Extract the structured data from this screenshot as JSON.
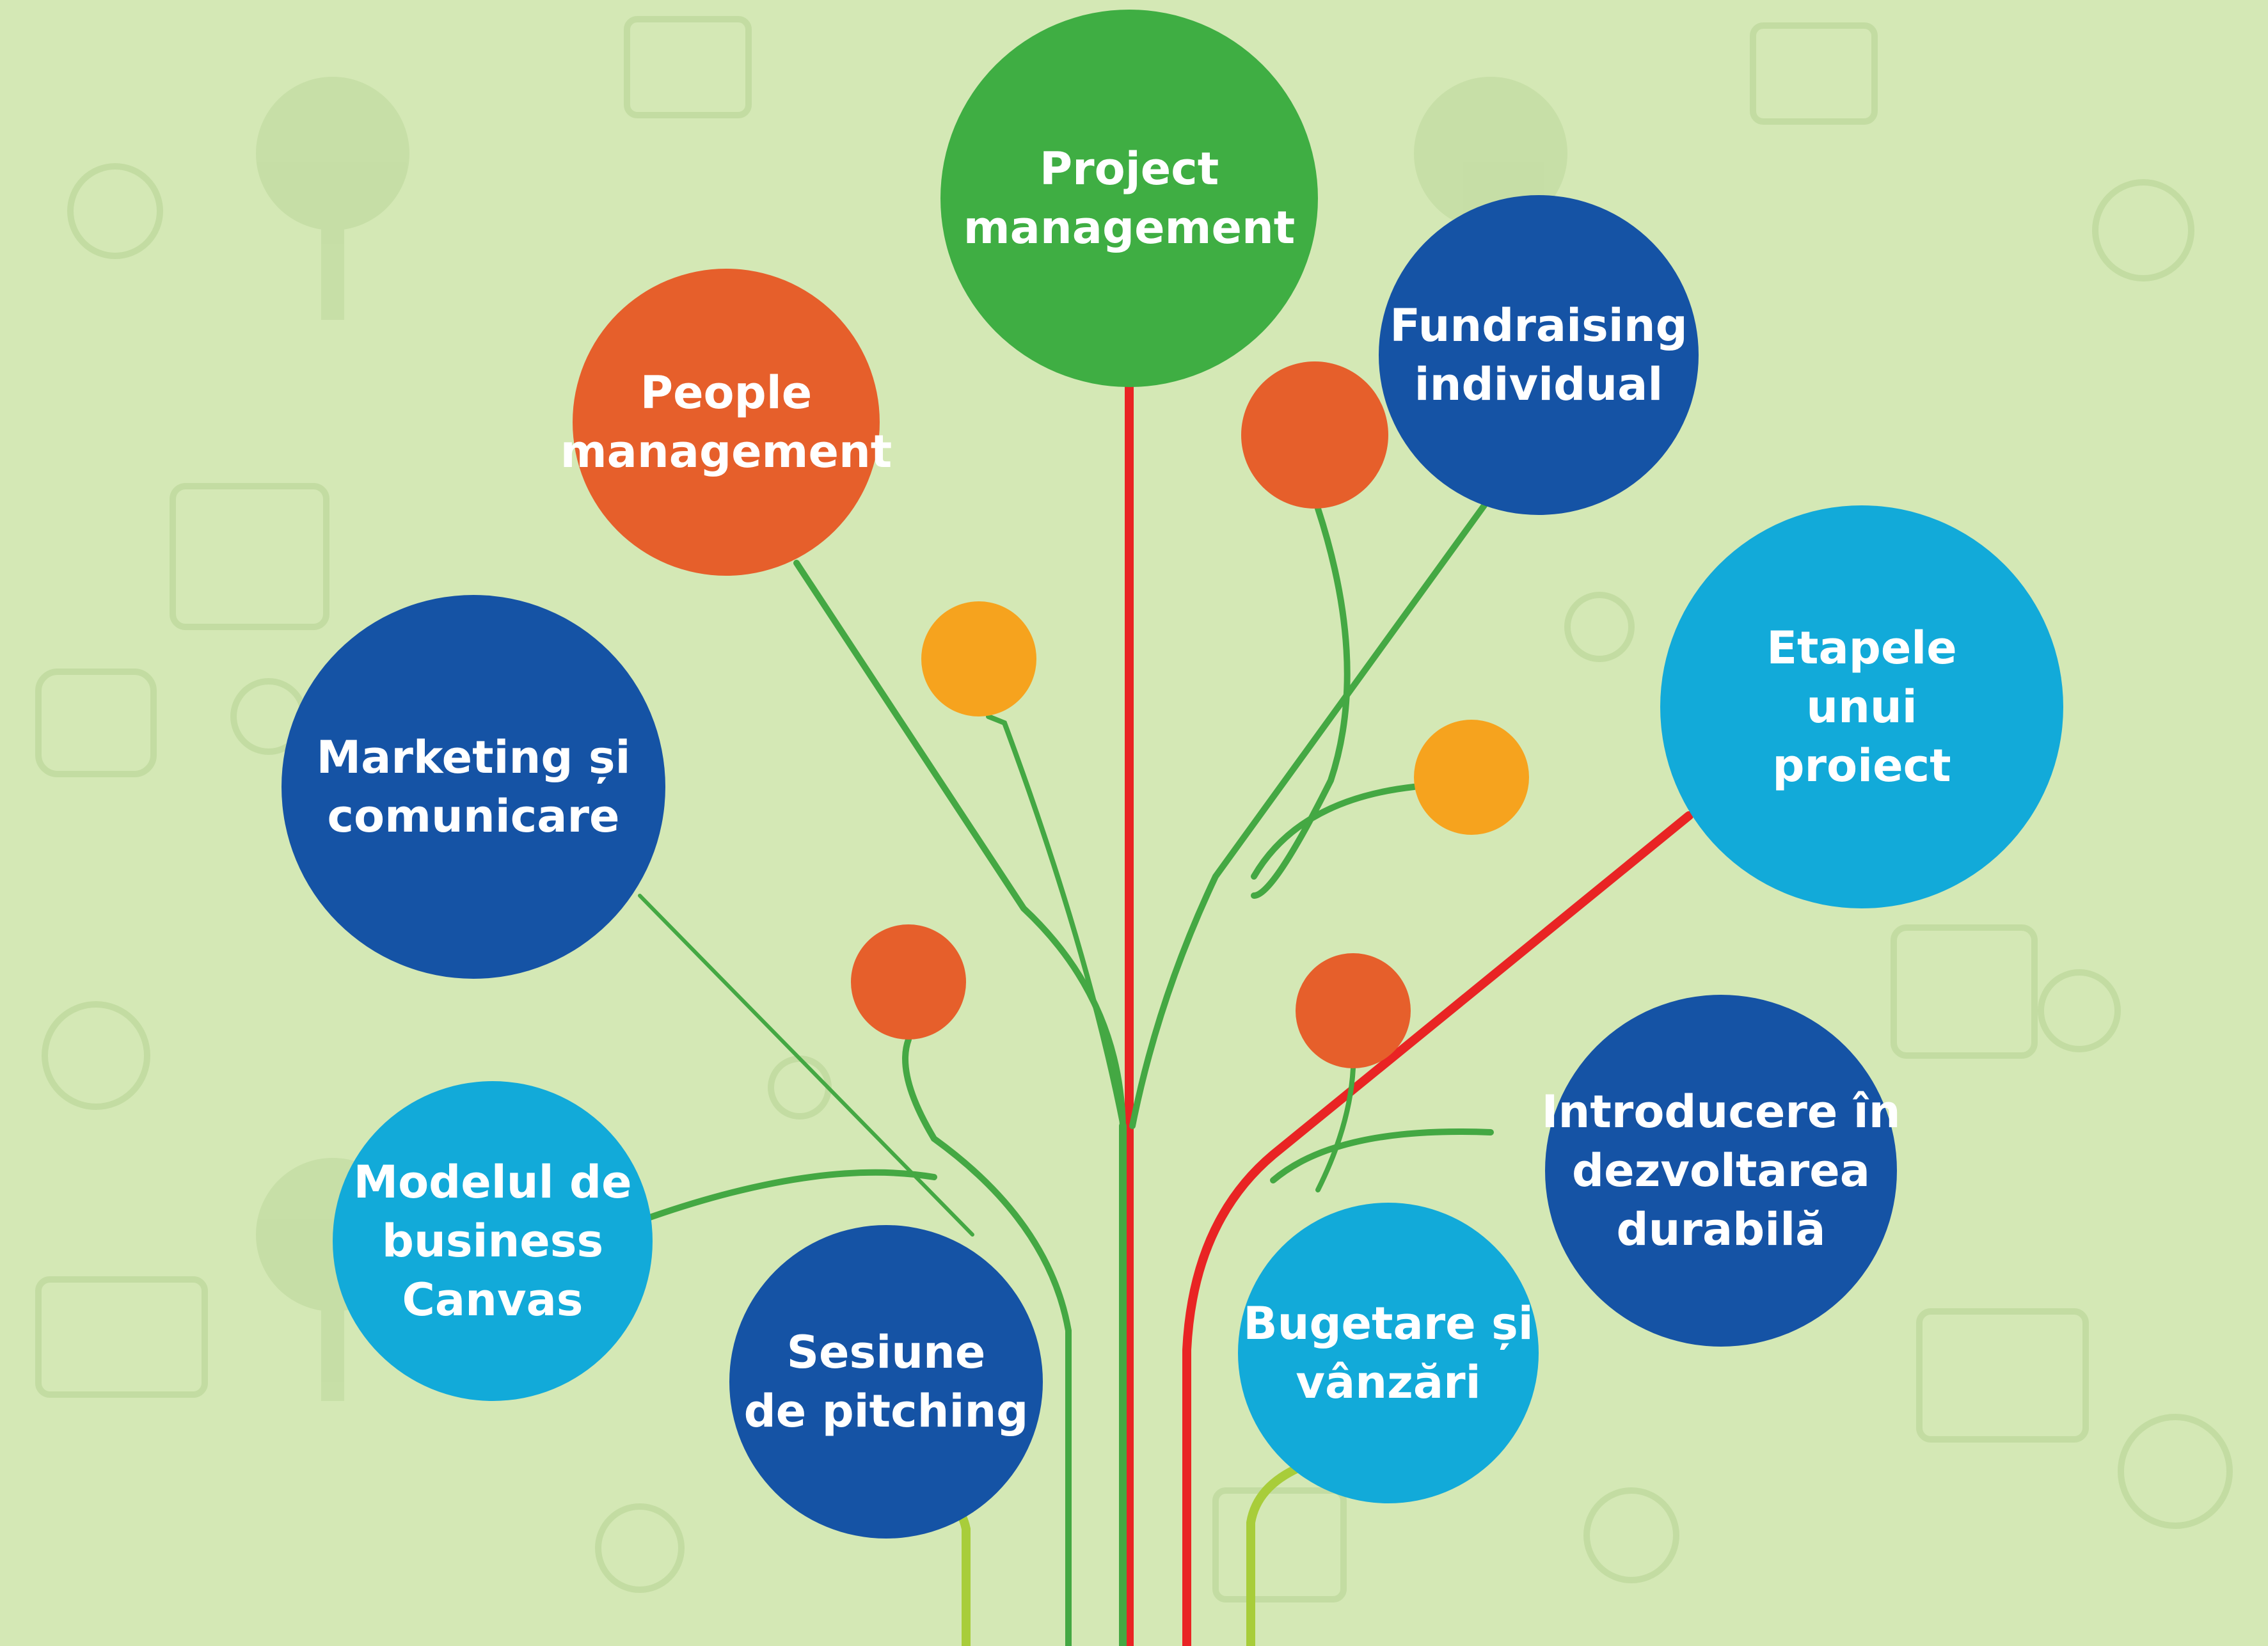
{
  "colors": {
    "background": "#d4e8b5",
    "doodle_tint": "#bcd79a",
    "green": "#3fae43",
    "orange": "#e65f2b",
    "yellow_orange": "#f6a31e",
    "dark_blue": "#1553a5",
    "light_blue": "#12aad9",
    "red_line": "#e92424",
    "green_line": "#44a843",
    "lime_line": "#a8cd3a"
  },
  "topics": [
    {
      "id": "project-management",
      "lines": [
        "Project",
        "management"
      ],
      "color": "green"
    },
    {
      "id": "people-management",
      "lines": [
        "People",
        "management"
      ],
      "color": "orange"
    },
    {
      "id": "fundraising-individual",
      "lines": [
        "Fundraising",
        "individual"
      ],
      "color": "dark_blue"
    },
    {
      "id": "etapele-unui-proiect",
      "lines": [
        "Etapele",
        "unui",
        "proiect"
      ],
      "color": "light_blue"
    },
    {
      "id": "marketing-si-comunicare",
      "lines": [
        "Marketing și",
        "comunicare"
      ],
      "color": "dark_blue"
    },
    {
      "id": "introducere-dezvoltare",
      "lines": [
        "Introducere în",
        "dezvoltarea",
        "durabilă"
      ],
      "color": "dark_blue"
    },
    {
      "id": "modelul-de-business",
      "lines": [
        "Modelul de",
        "business",
        "Canvas"
      ],
      "color": "light_blue"
    },
    {
      "id": "sesiune-de-pitching",
      "lines": [
        "Sesiune",
        "de pitching"
      ],
      "color": "dark_blue"
    },
    {
      "id": "bugetare-si-vanzari",
      "lines": [
        "Bugetare și",
        "vânzări"
      ],
      "color": "light_blue"
    }
  ],
  "decor_dots": [
    {
      "color": "orange"
    },
    {
      "color": "yellow_orange"
    },
    {
      "color": "yellow_orange"
    },
    {
      "color": "orange"
    },
    {
      "color": "orange"
    }
  ]
}
